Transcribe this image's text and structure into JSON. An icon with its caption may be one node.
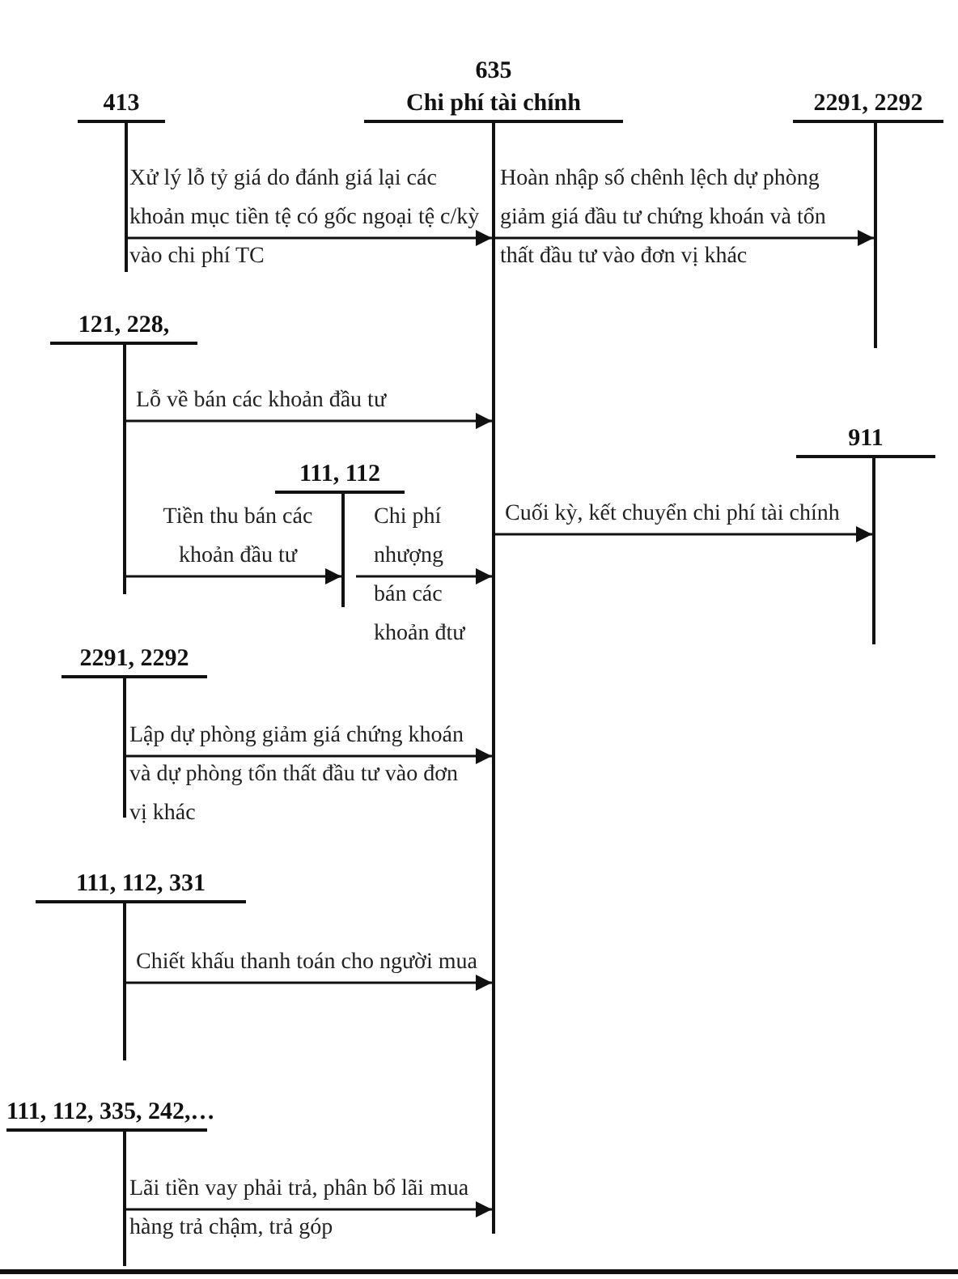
{
  "diagram": {
    "nodes": [
      {
        "text": [
          "635",
          "Chi phí tài chính"
        ]
      },
      {
        "text": [
          "413"
        ]
      },
      {
        "text": [
          "2291, 2292"
        ]
      },
      {
        "text": [
          "121, 228,"
        ]
      },
      {
        "text": [
          "111, 112"
        ]
      },
      {
        "text": [
          "911"
        ]
      },
      {
        "text": [
          "2291, 2292"
        ]
      },
      {
        "text": [
          "111, 112, 331"
        ]
      },
      {
        "text": [
          "111, 112, 335, 242,…"
        ]
      }
    ],
    "edges": [
      {
        "from": 1,
        "to": 0,
        "arrow": "to",
        "label": "Xử lý lỗ tỷ giá do đánh giá lại các khoản mục tiền tệ có gốc ngoại tệ c/kỳ vào chi phí TC"
      },
      {
        "from": 0,
        "to": 2,
        "arrow": "to",
        "label": "Hoàn nhập số chênh lệch dự phòng giảm giá đầu tư chứng khoán và tổn thất đầu tư vào đơn vị khác"
      },
      {
        "from": 3,
        "to": 0,
        "arrow": "to",
        "label": "Lỗ về bán các khoản đầu tư"
      },
      {
        "from": 3,
        "to": 4,
        "arrow": "to",
        "label": "Tiền thu bán các khoản đầu tư"
      },
      {
        "from": 4,
        "to": 0,
        "arrow": "to",
        "label": "Chi phí nhượng bán các khoản đtư"
      },
      {
        "from": 0,
        "to": 5,
        "arrow": "to",
        "label": "Cuối kỳ, kết chuyển chi phí tài chính"
      },
      {
        "from": 6,
        "to": 0,
        "arrow": "to",
        "label": "Lập dự phòng giảm giá chứng khoán và dự phòng tổn thất đầu tư vào đơn vị khác"
      },
      {
        "from": 7,
        "to": 0,
        "arrow": "to",
        "label": "Chiết khấu thanh toán cho người mua"
      },
      {
        "from": 8,
        "to": 0,
        "arrow": "to",
        "label": "Lãi tiền vay phải trả, phân bổ lãi mua hàng trả chậm, trả góp"
      }
    ]
  }
}
